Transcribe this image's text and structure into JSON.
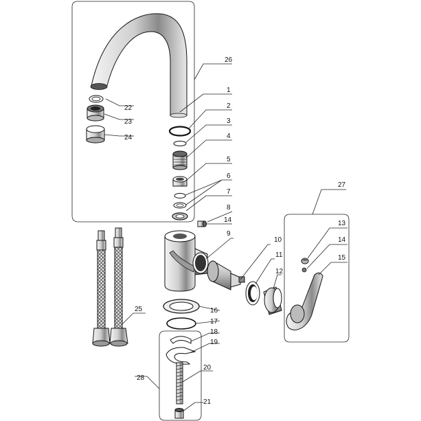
{
  "diagram": {
    "labels": {
      "p1": "1",
      "p2": "2",
      "p3": "3",
      "p4": "4",
      "p5": "5",
      "p6": "6",
      "p7": "7",
      "p8": "8",
      "p9": "9",
      "p10": "10",
      "p11": "11",
      "p12": "12",
      "p13": "13",
      "p14a": "14",
      "p14b": "14",
      "p15": "15",
      "p16": "16",
      "p17": "17",
      "p18": "18",
      "p19": "19",
      "p20": "20",
      "p21": "21",
      "p22": "22",
      "p23": "23",
      "p24": "24",
      "p25": "25",
      "p26": "26",
      "p27": "27",
      "p28": "28"
    }
  }
}
